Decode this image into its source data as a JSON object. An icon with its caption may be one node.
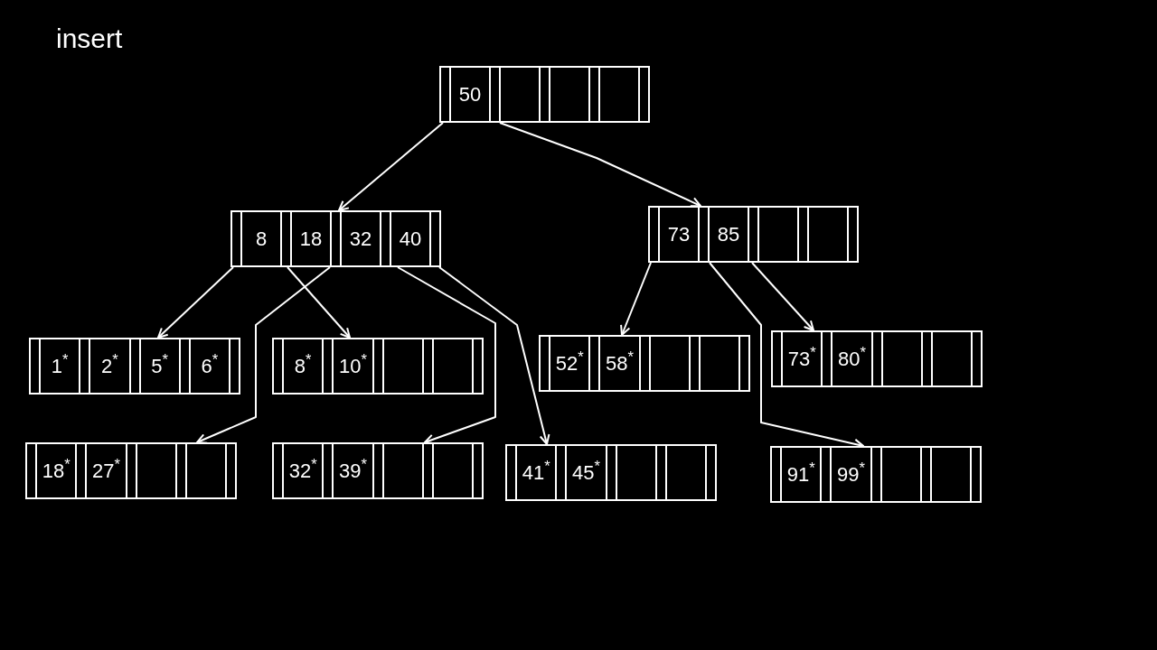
{
  "diagram": {
    "nodes": [
      {
        "text": [
          "50"
        ]
      },
      {
        "text": [
          "8",
          "18",
          "32",
          "40"
        ]
      },
      {
        "text": [
          "73",
          "85"
        ]
      },
      {
        "text": [
          "1$^{*}$",
          "2$^{*}$",
          "5$^{*}$",
          "6$^{*}$"
        ]
      },
      {
        "text": [
          "8$^{*}$",
          "10$^{*}$"
        ]
      },
      {
        "text": [
          "52$^{*}$",
          "58$^{*}$"
        ]
      },
      {
        "text": [
          "73$^{*}$",
          "80$^{*}$"
        ]
      },
      {
        "text": [
          "18$^{*}$",
          "27$^{*}$"
        ]
      },
      {
        "text": [
          "32$^{*}$",
          "39$^{*}$"
        ]
      },
      {
        "text": [
          "41$^{*}$",
          "45$^{*}$"
        ]
      },
      {
        "text": [
          "91$^{*}$",
          "99$^{*}$"
        ]
      }
    ],
    "edges": [
      {
        "from": 0,
        "to": 1,
        "arrow": "to"
      },
      {
        "from": 0,
        "to": 2,
        "arrow": "to"
      },
      {
        "from": 1,
        "to": 3,
        "arrow": "to"
      },
      {
        "from": 1,
        "to": 4,
        "arrow": "to"
      },
      {
        "from": 1,
        "to": 7,
        "arrow": "to"
      },
      {
        "from": 1,
        "to": 8,
        "arrow": "to"
      },
      {
        "from": 1,
        "to": 9,
        "arrow": "to"
      },
      {
        "from": 2,
        "to": 5,
        "arrow": "to"
      },
      {
        "from": 2,
        "to": 6,
        "arrow": "to"
      },
      {
        "from": 2,
        "to": 10,
        "arrow": "to"
      }
    ],
    "labels": [
      "insert"
    ]
  }
}
